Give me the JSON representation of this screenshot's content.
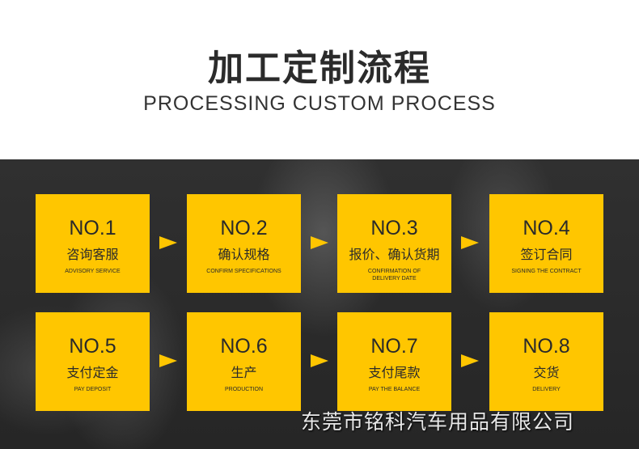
{
  "header": {
    "title": "加工定制流程",
    "subtitle": "PROCESSING CUSTOM PROCESS"
  },
  "steps": [
    {
      "no": "NO.1",
      "cn": "咨询客服",
      "en": "ADVISORY SERVICE"
    },
    {
      "no": "NO.2",
      "cn": "确认规格",
      "en": "CONFIRM SPECIFICATIONS"
    },
    {
      "no": "NO.3",
      "cn": "报价、确认货期",
      "en": "CONFIRMATION OF DELIVERY DATE"
    },
    {
      "no": "NO.4",
      "cn": "签订合同",
      "en": "SIGNING THE CONTRACT"
    },
    {
      "no": "NO.5",
      "cn": "支付定金",
      "en": "PAY DEPOSIT"
    },
    {
      "no": "NO.6",
      "cn": "生产",
      "en": "PRODUCTION"
    },
    {
      "no": "NO.7",
      "cn": "支付尾款",
      "en": "PAY THE BALANCE"
    },
    {
      "no": "NO.8",
      "cn": "交货",
      "en": "DELIVERY"
    }
  ],
  "watermark": "东莞市铭科汽车用品有限公司",
  "colors": {
    "accent": "#ffc600",
    "background": "#2b2b2b"
  }
}
